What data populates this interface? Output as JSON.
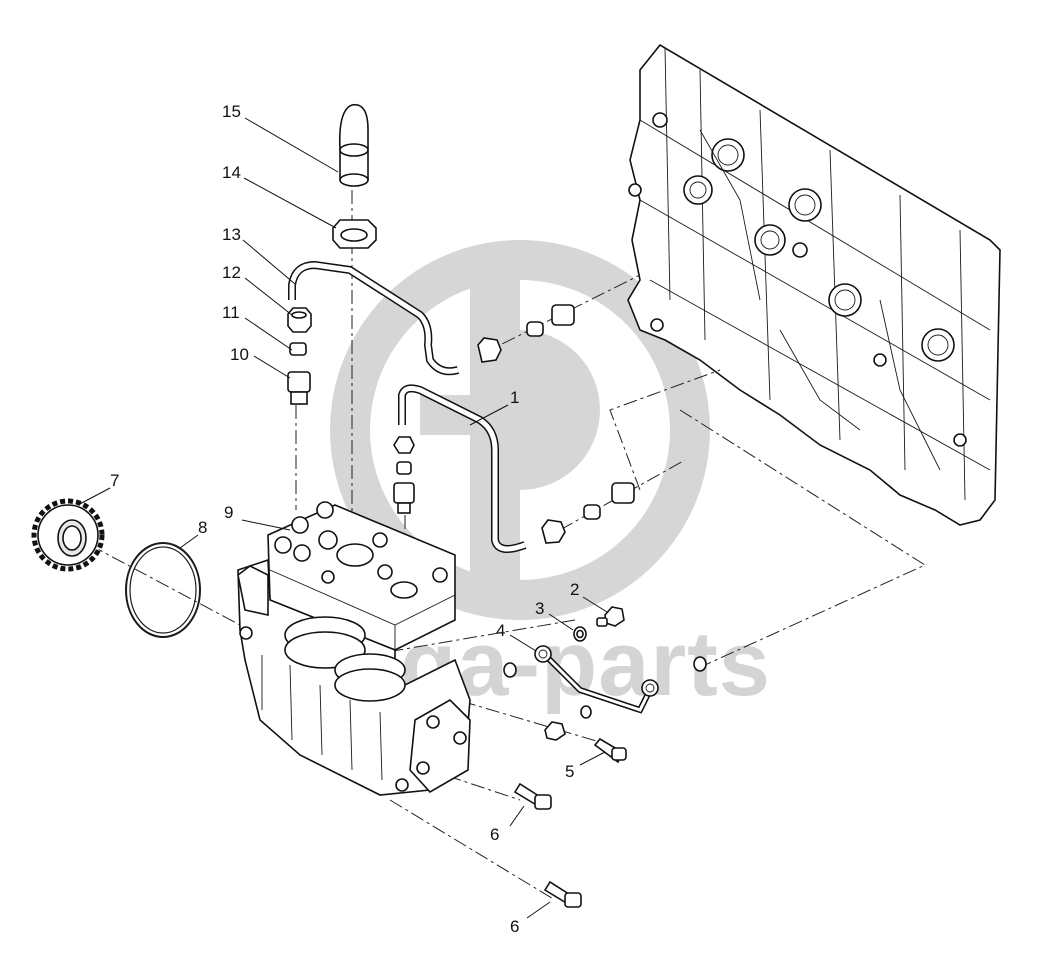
{
  "watermark": {
    "text": "ga-parts",
    "logo": "gd-logo",
    "color": "#cdcdcd"
  },
  "callouts": [
    {
      "id": "c1",
      "label": "1"
    },
    {
      "id": "c2",
      "label": "2"
    },
    {
      "id": "c3",
      "label": "3"
    },
    {
      "id": "c4",
      "label": "4"
    },
    {
      "id": "c5",
      "label": "5"
    },
    {
      "id": "c6a",
      "label": "6"
    },
    {
      "id": "c6b",
      "label": "6"
    },
    {
      "id": "c7",
      "label": "7"
    },
    {
      "id": "c8",
      "label": "8"
    },
    {
      "id": "c9",
      "label": "9"
    },
    {
      "id": "c10",
      "label": "10"
    },
    {
      "id": "c11",
      "label": "11"
    },
    {
      "id": "c12",
      "label": "12"
    },
    {
      "id": "c13",
      "label": "13"
    },
    {
      "id": "c14",
      "label": "14"
    },
    {
      "id": "c15",
      "label": "15"
    }
  ]
}
